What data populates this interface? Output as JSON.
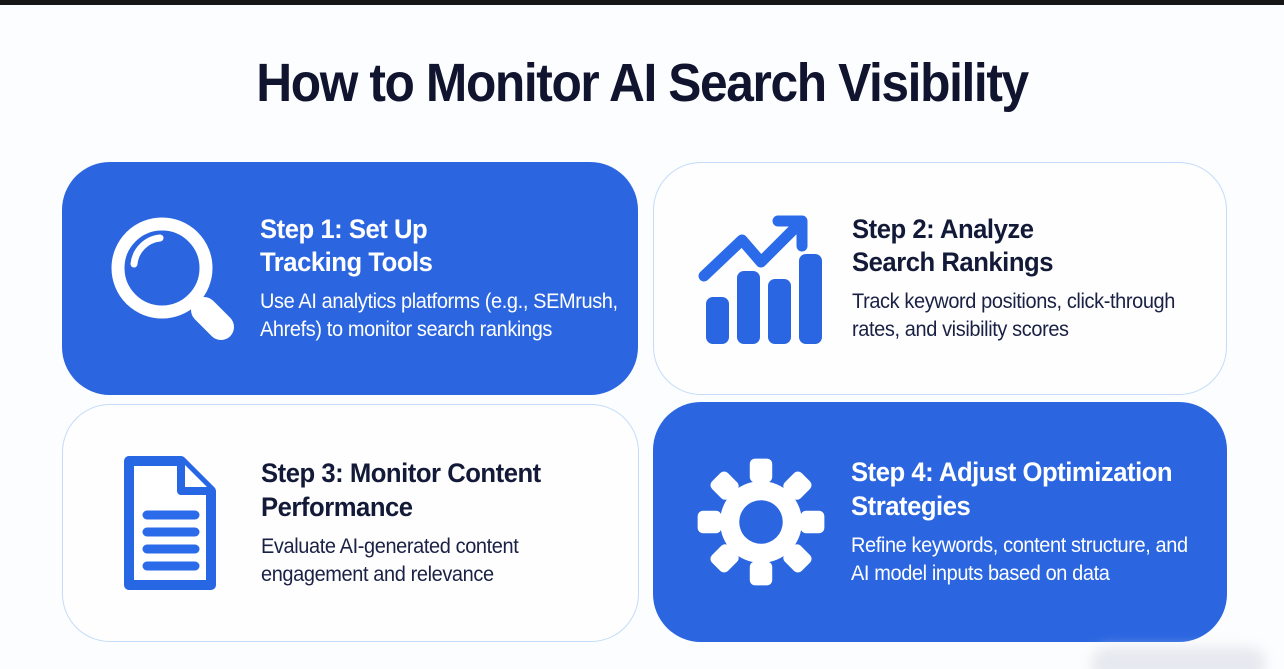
{
  "page": {
    "title": "How to Monitor AI Search Visibility"
  },
  "colors": {
    "card_blue": "#2b66e0",
    "card_white": "#fefeff",
    "card_border": "#c4dcf8",
    "navy_text": "#131a38",
    "white_text": "#ffffff",
    "icon_blue": "#2767e3",
    "top_bar": "#161616",
    "page_background": "#fcfdfe"
  },
  "steps": [
    {
      "id": 1,
      "variant": "blue",
      "icon": "magnifier-icon",
      "title": "Step 1: Set Up Tracking Tools",
      "title_lines": [
        "Step 1: Set Up",
        "Tracking Tools"
      ],
      "description": "Use AI analytics platforms (e.g., SEMrush, Ahrefs) to monitor search rankings",
      "desc_lines": [
        "Use AI analytics platforms (e.g., SEMrush,",
        "Ahrefs) to monitor search rankings"
      ]
    },
    {
      "id": 2,
      "variant": "white",
      "icon": "bar-chart-icon",
      "title": "Step 2: Analyze Search Rankings",
      "title_lines": [
        "Step 2: Analyze",
        "Search Rankings"
      ],
      "description": "Track keyword positions, click-through rates, and visibility scores",
      "desc_lines": [
        "Track keyword positions, click-through",
        "rates, and visibility scores"
      ]
    },
    {
      "id": 3,
      "variant": "white",
      "icon": "document-icon",
      "title": "Step 3: Monitor Content Performance",
      "title_lines": [
        "Step 3: Monitor Content",
        "Performance"
      ],
      "description": "Evaluate AI-generated content engagement and relevance",
      "desc_lines": [
        "Evaluate AI-generated content",
        "engagement and relevance"
      ]
    },
    {
      "id": 4,
      "variant": "blue",
      "icon": "gear-icon",
      "title": "Step 4: Adjust Optimization Strategies",
      "title_lines": [
        "Step 4: Adjust Optimization",
        "Strategies"
      ],
      "description": "Refine keywords, content structure, and AI model inputs based on data",
      "desc_lines": [
        "Refine keywords, content structure, and",
        "AI model inputs based on data"
      ]
    }
  ]
}
